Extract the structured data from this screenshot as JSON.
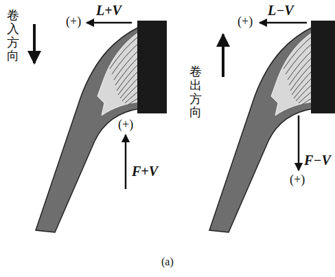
{
  "diagram": {
    "caption": "(a)",
    "labels": [
      "卷入方向",
      "(+)",
      "L+V",
      "(+)",
      "F+V",
      "卷出方向",
      "(+)",
      "L−V",
      "F−V",
      "(+)"
    ]
  }
}
